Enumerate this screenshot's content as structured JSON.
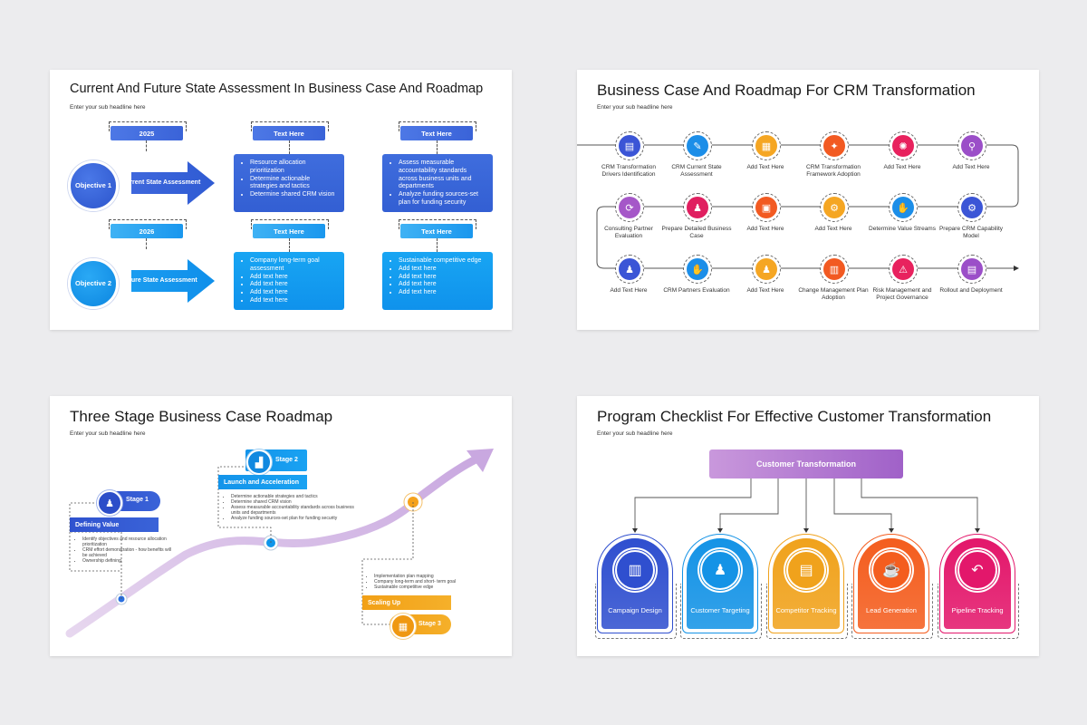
{
  "slide1": {
    "title": "Current And Future State Assessment In Business Case And Roadmap",
    "subtitle": "Enter your sub headline here",
    "row1": {
      "year": "2025",
      "objective": "Objective 1",
      "arrow_label": "Current State Assessment",
      "col2_tag": "Text Here",
      "col2_items": [
        "Resource allocation prioritization",
        "Determine actionable strategies and tactics",
        "Determine shared CRM vision"
      ],
      "col3_tag": "Text Here",
      "col3_items": [
        "Assess measurable accountability standards across business units and departments",
        "Analyze funding sources-set plan for funding security"
      ]
    },
    "row2": {
      "year": "2026",
      "objective": "Objective 2",
      "arrow_label": "Future State Assessment",
      "col2_tag": "Text Here",
      "col2_items": [
        "Company long-term goal assessment",
        "Add text here",
        "Add text here",
        "Add text here",
        "Add text here"
      ],
      "col3_tag": "Text Here",
      "col3_items": [
        "Sustainable competitive edge",
        "Add text here",
        "Add text here",
        "Add text here",
        "Add text here"
      ]
    }
  },
  "slide2": {
    "title": "Business Case And Roadmap For CRM Transformation",
    "subtitle": "Enter your sub headline here",
    "row1": [
      {
        "label": "CRM Transformation Drivers Identification",
        "icon": "document-icon",
        "glyph": "▤",
        "color": "#3b55d6"
      },
      {
        "label": "CRM Current State Assessment",
        "icon": "clipboard-icon",
        "glyph": "✎",
        "color": "#1c8ee8"
      },
      {
        "label": "Add Text Here",
        "icon": "chart-icon",
        "glyph": "▦",
        "color": "#f5a623"
      },
      {
        "label": "CRM Transformation Framework Adoption",
        "icon": "team-icon",
        "glyph": "✦",
        "color": "#f25a22"
      },
      {
        "label": "Add Text Here",
        "icon": "network-icon",
        "glyph": "✺",
        "color": "#e8225e"
      },
      {
        "label": "Add Text Here",
        "icon": "search-user-icon",
        "glyph": "⚲",
        "color": "#9b4fc8"
      }
    ],
    "row2": [
      {
        "label": "Consulting Partner Evaluation",
        "icon": "refresh-icon",
        "glyph": "⟳",
        "color": "#a557c8"
      },
      {
        "label": "Prepare Detailed Business Case",
        "icon": "people-icon",
        "glyph": "♟",
        "color": "#e01f60"
      },
      {
        "label": "Add Text Here",
        "icon": "id-card-icon",
        "glyph": "▣",
        "color": "#f25a22"
      },
      {
        "label": "Add Text Here",
        "icon": "gears-icon",
        "glyph": "⚙",
        "color": "#f5a623"
      },
      {
        "label": "Determine Value Streams",
        "icon": "hand-coin-icon",
        "glyph": "✋",
        "color": "#1c8ee8"
      },
      {
        "label": "Prepare CRM Capability Model",
        "icon": "gear-icon",
        "glyph": "⚙",
        "color": "#3b55d6"
      }
    ],
    "row3": [
      {
        "label": "Add Text Here",
        "icon": "group-icon",
        "glyph": "♟",
        "color": "#3b55d6"
      },
      {
        "label": "CRM Partners Evaluation",
        "icon": "handshake-icon",
        "glyph": "✋",
        "color": "#1c8ee8"
      },
      {
        "label": "Add Text Here",
        "icon": "team-meeting-icon",
        "glyph": "♟",
        "color": "#f5a623"
      },
      {
        "label": "Change Management Plan Adoption",
        "icon": "presenter-icon",
        "glyph": "▥",
        "color": "#f25a22"
      },
      {
        "label": "Risk Management and Project Governance",
        "icon": "risk-icon",
        "glyph": "⚠",
        "color": "#e8225e"
      },
      {
        "label": "Rollout and Deployment",
        "icon": "deploy-icon",
        "glyph": "▤",
        "color": "#9b4fc8"
      }
    ]
  },
  "slide3": {
    "title": "Three Stage Business Case Roadmap",
    "subtitle": "Enter your sub headline here",
    "stage1": {
      "label": "Stage 1",
      "heading": "Defining Value",
      "items": [
        "Identify objectives and resource allocation prioritization",
        "CRM effort demonstration - how benefits will be achieved",
        "Ownership defining"
      ]
    },
    "stage2": {
      "label": "Stage 2",
      "heading": "Launch and Acceleration",
      "items": [
        "Determine actionable strategies and tactics",
        "Determine shared CRM vision",
        "Assess measurable accountability standards across business units and departments",
        "Analyze funding sources-set plan for funding security"
      ]
    },
    "stage3": {
      "label": "Stage 3",
      "heading": "Scaling Up",
      "items": [
        "Implementation plan mapping",
        "Company long-term and short- term goal",
        "Sustainable competitive edge"
      ]
    }
  },
  "slide4": {
    "title": "Program Checklist For Effective Customer Transformation",
    "subtitle": "Enter your sub headline here",
    "root": "Customer Transformation",
    "items": [
      {
        "label": "Campaign Design",
        "icon": "campaign-icon",
        "color": "#2f4fcf"
      },
      {
        "label": "Customer Targeting",
        "icon": "target-user-icon",
        "color": "#1493e6"
      },
      {
        "label": "Competitor Tracking",
        "icon": "monitor-chart-icon",
        "color": "#f0a21c"
      },
      {
        "label": "Lead Generation",
        "icon": "lead-icon",
        "color": "#f45d1e"
      },
      {
        "label": "Pipeline Tracking",
        "icon": "return-arrow-icon",
        "color": "#e3176b"
      }
    ]
  }
}
